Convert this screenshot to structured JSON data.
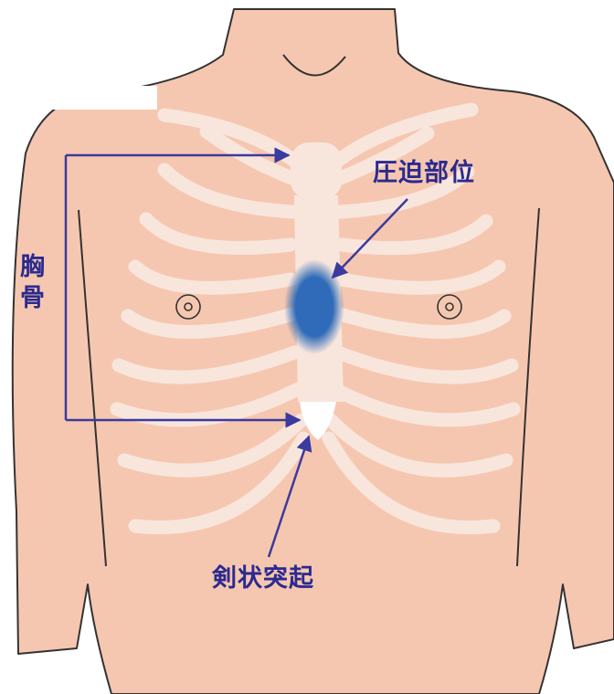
{
  "labels": {
    "compression_site": "圧迫部位",
    "sternum_line1": "胸",
    "sternum_line2": "骨",
    "xiphoid_process": "剣状突起"
  },
  "colors": {
    "skin": "#f6c7b0",
    "outline": "#333333",
    "bone": "#f8e6dd",
    "arrow": "#3b3a9e",
    "label": "#2b2a8e",
    "press_area": "#2f6bb8"
  }
}
